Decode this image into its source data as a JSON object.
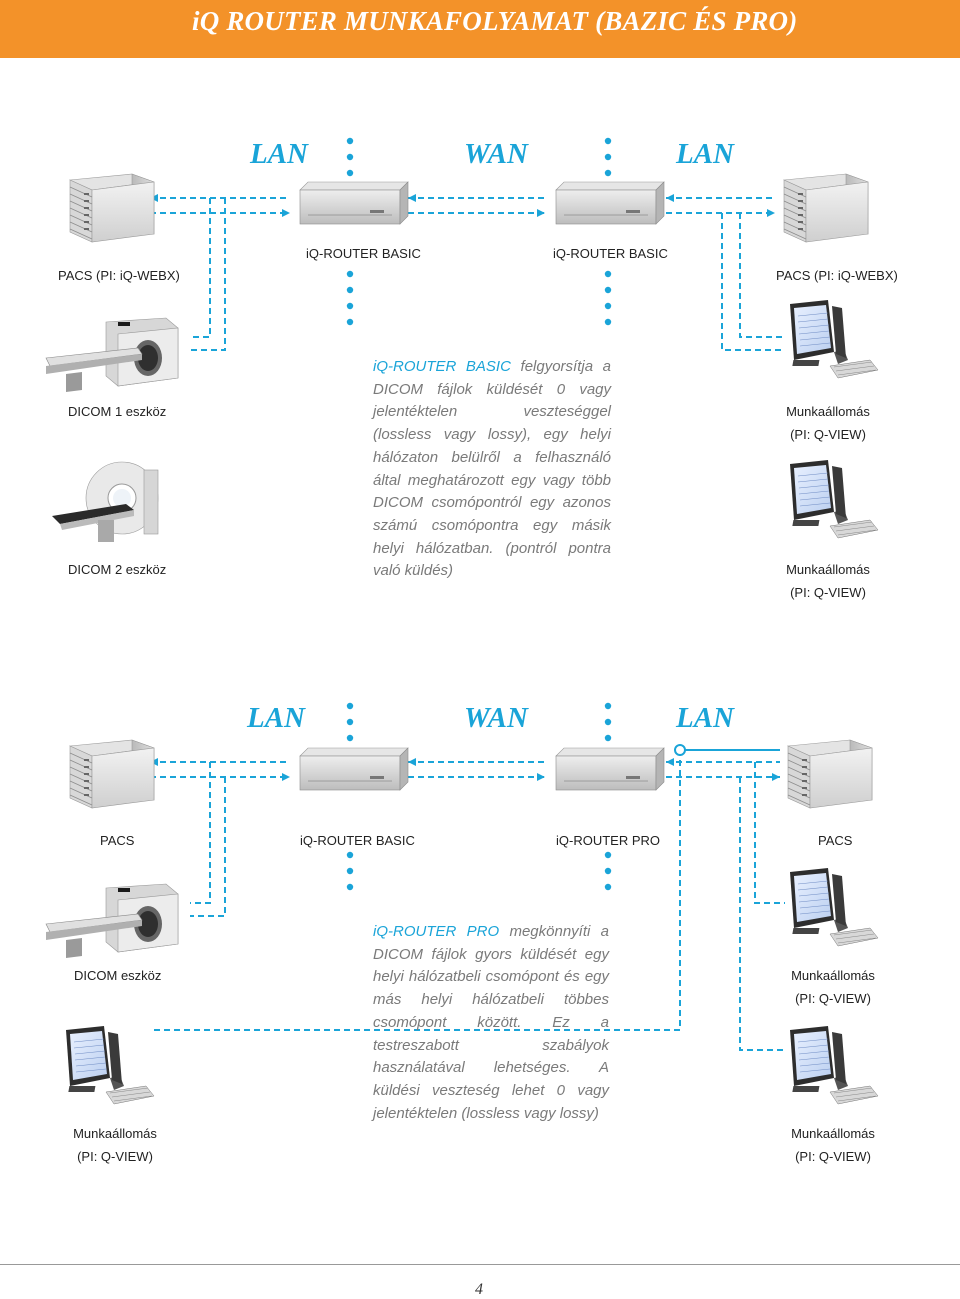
{
  "header": {
    "title": "iQ ROUTER MUNKAFOLYAMAT (BAZIC ÉS PRO)"
  },
  "section1": {
    "net_left": "LAN",
    "net_mid": "WAN",
    "net_right": "LAN",
    "pacs_left": "PACS (PI: iQ-WEBX)",
    "router_left": "iQ-ROUTER BASIC",
    "router_right": "iQ-ROUTER BASIC",
    "pacs_right": "PACS (PI: iQ-WEBX)",
    "device1": "DICOM 1 eszköz",
    "device2": "DICOM 2 eszköz",
    "ws1_name": "Munkaállomás",
    "ws1_pi": "(PI: Q-VIEW)",
    "ws2_name": "Munkaállomás",
    "ws2_pi": "(PI: Q-VIEW)",
    "desc_highlight": "iQ-ROUTER BASIC",
    "desc_text": " felgyorsítja a DICOM fájlok küldését 0 vagy jelentéktelen veszteséggel (lossless vagy lossy), egy helyi hálózaton belülről a felhasználó által meghatározott egy vagy több DICOM csomópontról egy azonos számú csomópontra egy másik helyi hálózatban. (pontról pontra való küldés)"
  },
  "section2": {
    "net_left": "LAN",
    "net_mid": "WAN",
    "net_right": "LAN",
    "pacs_left": "PACS",
    "router_left": "iQ-ROUTER BASIC",
    "router_right": "iQ-ROUTER PRO",
    "pacs_right": "PACS",
    "device": "DICOM eszköz",
    "ws_left_name": "Munkaállomás",
    "ws_left_pi": "(PI: Q-VIEW)",
    "ws_right1_name": "Munkaállomás",
    "ws_right1_pi": "(PI: Q-VIEW)",
    "ws_right2_name": "Munkaállomás",
    "ws_right2_pi": "(PI: Q-VIEW)",
    "desc_highlight": "iQ-ROUTER PRO",
    "desc_text": " megkönnyíti a DICOM fájlok gyors küldését egy helyi hálózatbeli csomópont és egy más helyi hálózatbeli többes csomópont között. Ez a testreszabott szabályok használatával lehetséges. A küldési veszteség lehet 0 vagy jelentéktelen (lossless vagy lossy)"
  },
  "footer": {
    "page": "4"
  },
  "colors": {
    "accent": "#f39229",
    "network": "#1aa4d8"
  }
}
